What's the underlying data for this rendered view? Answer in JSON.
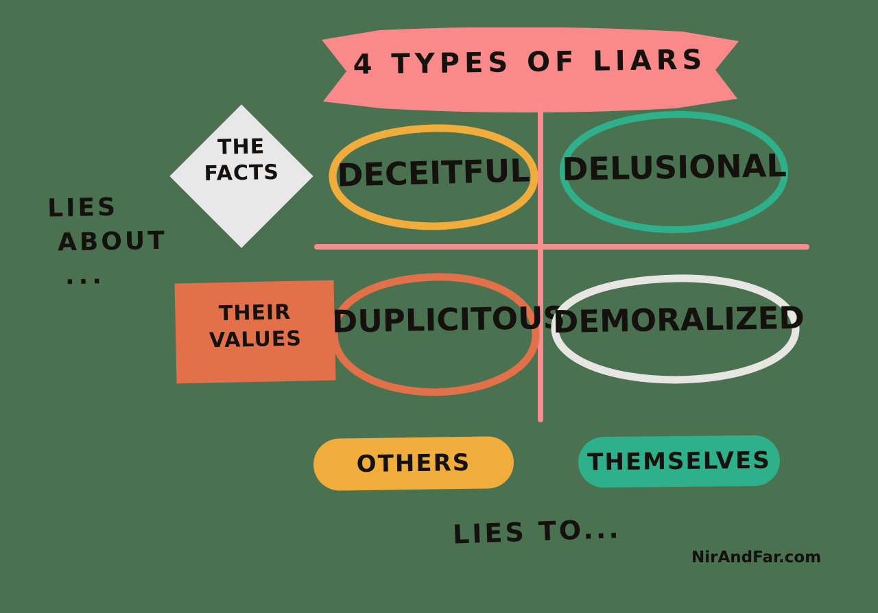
{
  "background_color": "#4A7150",
  "banner": {
    "title": "4 TYPES OF LIARS",
    "color": "#FA8A8A",
    "icon": "ribbon-banner"
  },
  "axes": {
    "color": "#F98D8D",
    "y_caption_line1": "LIES",
    "y_caption_line2": "ABOUT",
    "y_caption_line3": "...",
    "x_caption": "LIES TO..."
  },
  "row_labels": [
    {
      "id": "the-facts",
      "line1": "THE",
      "line2": "FACTS",
      "shape": "diamond",
      "color": "#E8E8E8"
    },
    {
      "id": "their-values",
      "line1": "THEIR",
      "line2": "VALUES",
      "shape": "rectangle",
      "color": "#E2714A"
    }
  ],
  "column_labels": [
    {
      "id": "others",
      "label": "OTHERS",
      "shape": "pill",
      "color": "#F0AD3C"
    },
    {
      "id": "themselves",
      "label": "THEMSELVES",
      "shape": "pill",
      "color": "#2EB08A"
    }
  ],
  "quadrants": [
    {
      "id": "deceitful",
      "label": "DECEITFUL",
      "circle_color": "#F0AD3C",
      "row": "THE FACTS",
      "column": "OTHERS"
    },
    {
      "id": "delusional",
      "label": "DELUSIONAL",
      "circle_color": "#2EB08A",
      "row": "THE FACTS",
      "column": "THEMSELVES"
    },
    {
      "id": "duplicitous",
      "label": "DUPLICITOUS",
      "circle_color": "#E2714A",
      "row": "THEIR VALUES",
      "column": "OTHERS"
    },
    {
      "id": "demoralized",
      "label": "DEMORALIZED",
      "circle_color": "#E8E6E2",
      "row": "THEIR VALUES",
      "column": "THEMSELVES"
    }
  ],
  "credit": "NirAndFar.com"
}
